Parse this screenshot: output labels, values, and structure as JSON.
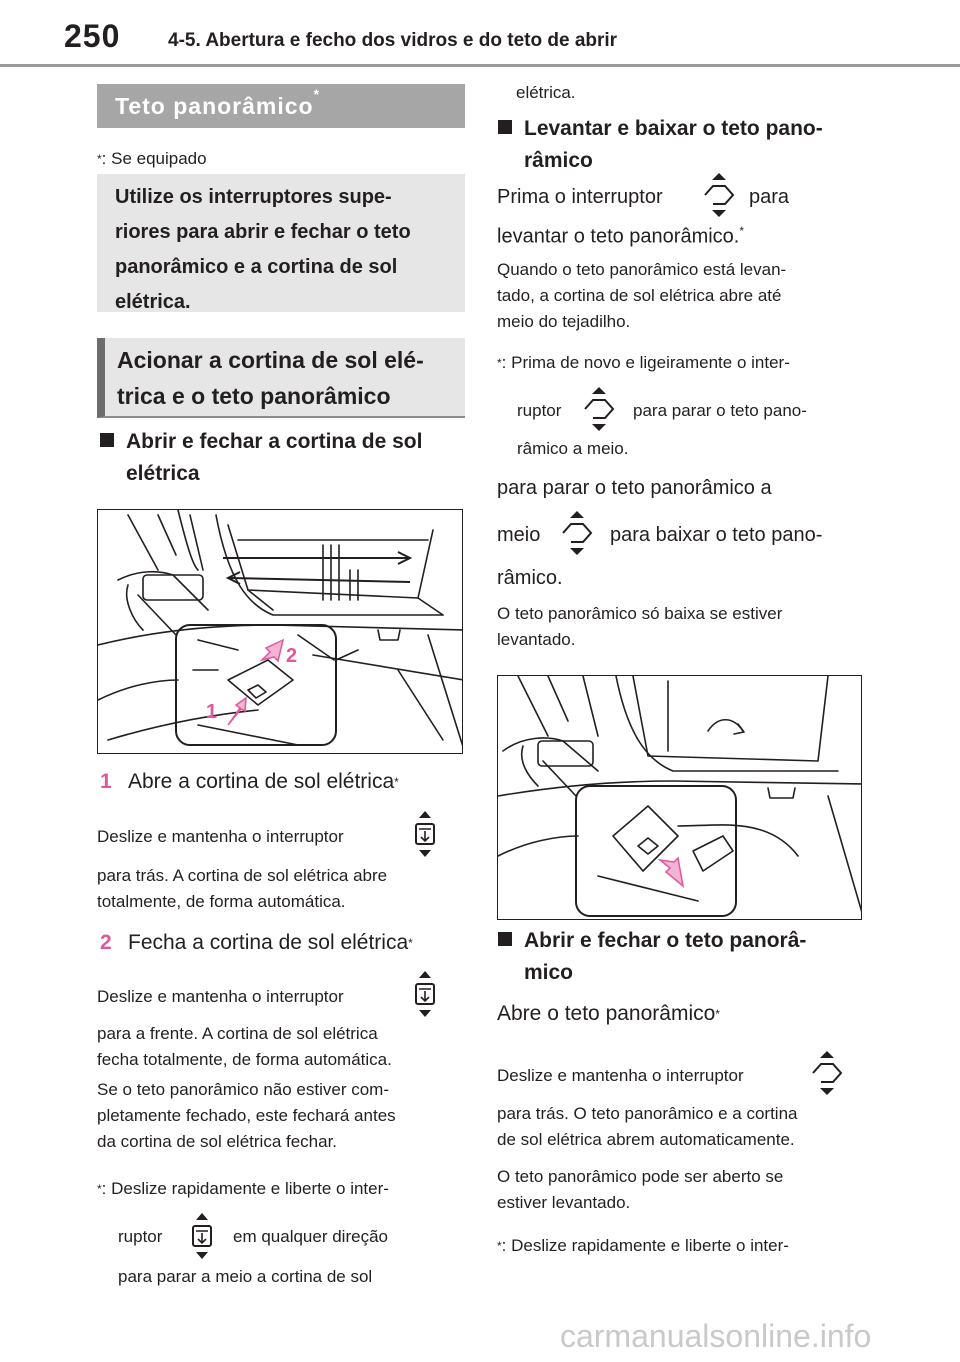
{
  "header": {
    "page_number": "250",
    "chapter": "4-5. Abertura e fecho dos vidros e do teto de abrir"
  },
  "left": {
    "section_title": "Teto panorâmico",
    "section_title_mark": "*",
    "equip_note_mark": "*",
    "equip_note": ": Se equipado",
    "intro_lines": [
      "Utilize os interruptores supe-",
      "riores para abrir e fechar o teto",
      "panorâmico e a cortina de sol",
      "elétrica."
    ],
    "section2_lines": [
      "Acionar a cortina de sol elé-",
      "trica e o teto panorâmico"
    ],
    "subhead1_lines": [
      "Abrir e fechar a cortina de sol",
      "elétrica"
    ],
    "figure_callouts": [
      "1",
      "2"
    ],
    "step1_num": "1",
    "step1_text": "Abre a cortina de sol elétrica",
    "step1_mark": "*",
    "step1_detail_a": "Deslize e mantenha o interruptor",
    "step1_detail_b": [
      "para trás. A cortina de sol elétrica abre",
      "totalmente, de forma automática."
    ],
    "step2_num": "2",
    "step2_text": "Fecha a cortina de sol elétrica",
    "step2_mark": "*",
    "step2_detail_a": "Deslize e mantenha o interruptor",
    "step2_detail_b": [
      "para a frente. A cortina de sol elétrica",
      "fecha totalmente, de forma automática."
    ],
    "note_lines": [
      "Se o teto panorâmico não estiver com-",
      "pletamente fechado, este fechará antes",
      "da cortina de sol elétrica fechar."
    ],
    "footnote_mark": "*",
    "footnote_a": ": Deslize rapidamente e liberte o inter-",
    "footnote_b1": "ruptor",
    "footnote_b2": "em qualquer direção",
    "footnote_c": "para parar a meio a cortina de sol"
  },
  "right": {
    "cont_text": "elétrica.",
    "subhead2_lines": [
      "Levantar e baixar o teto pano-",
      "râmico"
    ],
    "tilt_a1": "Prima o interruptor",
    "tilt_a2": "para",
    "tilt_b": "levantar o teto panorâmico.",
    "tilt_mark": "*",
    "tilt_note": [
      "Quando o teto panorâmico está levan-",
      "tado, a cortina de sol elétrica abre até",
      "meio do tejadilho."
    ],
    "foot2_mark": "*",
    "foot2_a": ": Prima de novo e ligeiramente o inter-",
    "foot2_b1": "ruptor",
    "foot2_b2": "para parar o teto pano-",
    "foot2_c": "râmico a meio.",
    "lower_a": "para parar o teto panorâmico a",
    "lower_b1": "meio",
    "lower_b2": "para baixar o teto pano-",
    "lower_c": "râmico.",
    "lower_note": [
      "O teto panorâmico só baixa se estiver",
      "levantado."
    ],
    "subhead3_lines": [
      "Abrir e fechar o teto panorâ-",
      "mico"
    ],
    "open_text": "Abre o teto panorâmico",
    "open_mark": "*",
    "open_detail_a": "Deslize e mantenha o interruptor",
    "open_detail_b": [
      "para trás. O teto panorâmico e a cortina",
      "de sol elétrica abrem automaticamente."
    ],
    "open_note": [
      "O teto panorâmico pode ser aberto se",
      "estiver levantado."
    ],
    "foot3_mark": "*",
    "foot3_a": ": Deslize rapidamente e liberte o inter-"
  },
  "watermark": "carmanualsonline.info",
  "colors": {
    "accent": "#e0579e",
    "header_bar": "#a6a6a6",
    "box": "#e6e6e6"
  }
}
